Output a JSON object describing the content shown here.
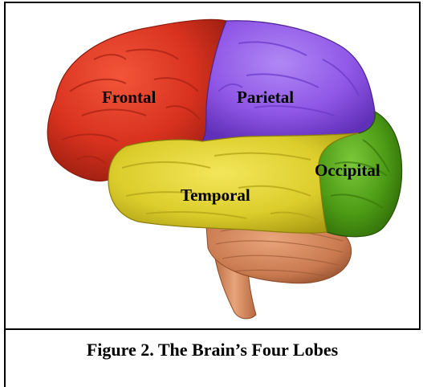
{
  "figure": {
    "caption": "Figure 2. The Brain’s Four Lobes",
    "lobes": {
      "frontal": {
        "label": "Frontal",
        "color": "#d8321f"
      },
      "parietal": {
        "label": "Parietal",
        "color": "#8f56e6"
      },
      "temporal": {
        "label": "Temporal",
        "color": "#dccd2c"
      },
      "occipital": {
        "label": "Occipital",
        "color": "#4c9a15"
      }
    },
    "cerebellum_color": "#c9794f",
    "brainstem_color": "#d98f66"
  }
}
